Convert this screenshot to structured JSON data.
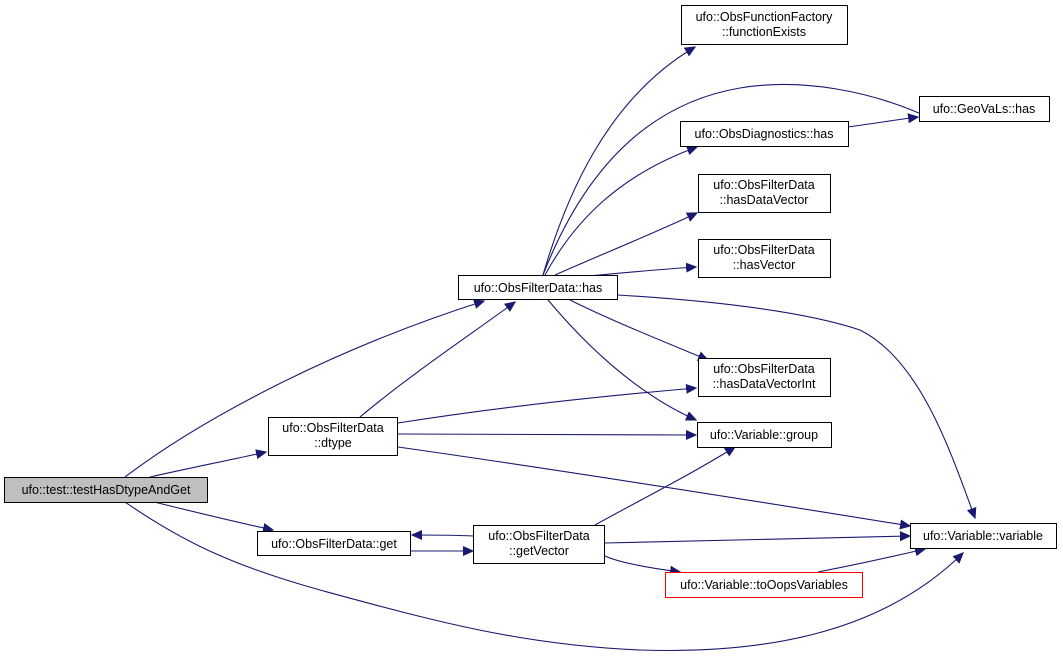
{
  "diagram": {
    "nodes": {
      "root": [
        "ufo::test::testHasDtypeAndGet"
      ],
      "has": [
        "ufo::ObsFilterData::has"
      ],
      "dtype": [
        "ufo::ObsFilterData",
        "::dtype"
      ],
      "get": [
        "ufo::ObsFilterData::get"
      ],
      "getVector": [
        "ufo::ObsFilterData",
        "::getVector"
      ],
      "functionExists": [
        "ufo::ObsFunctionFactory",
        "::functionExists"
      ],
      "diagHas": [
        "ufo::ObsDiagnostics::has"
      ],
      "geoHas": [
        "ufo::GeoVaLs::has"
      ],
      "hasDataVector": [
        "ufo::ObsFilterData",
        "::hasDataVector"
      ],
      "hasVector": [
        "ufo::ObsFilterData",
        "::hasVector"
      ],
      "hasDataVectorInt": [
        "ufo::ObsFilterData",
        "::hasDataVectorInt"
      ],
      "group": [
        "ufo::Variable::group"
      ],
      "variable": [
        "ufo::Variable::variable"
      ],
      "toOops": [
        "ufo::Variable::toOopsVariables"
      ]
    },
    "colors": {
      "edge": "#191970",
      "root_fill": "#bfbfbf",
      "highlight_border": "#ff0000"
    }
  }
}
